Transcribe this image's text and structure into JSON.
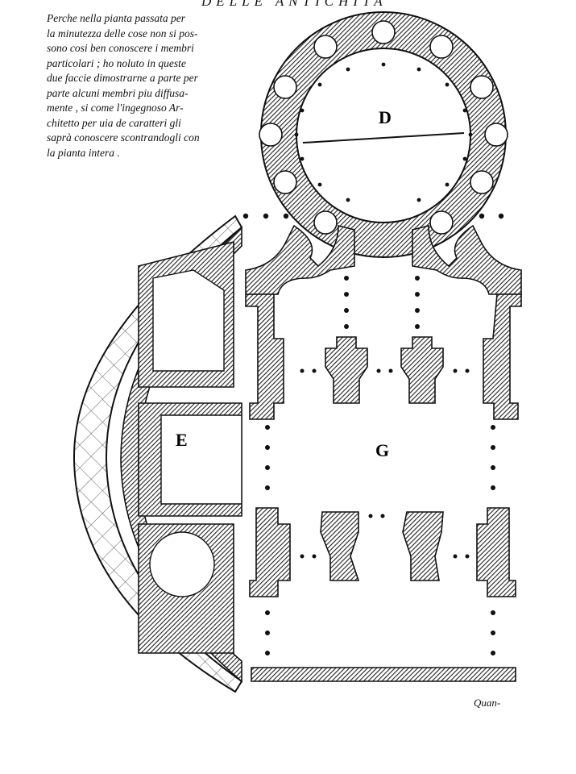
{
  "header": {
    "running_title": "DELLE ANTICHITA"
  },
  "caption": {
    "lines": [
      "Perche nella pianta passata per",
      "la minutezza delle cose non si pos-",
      "sono cosi ben conoscere i membri",
      "particolari ; ho noluto in queste",
      "due faccie dimostrarne a parte per",
      "parte alcuni membri piu diffusa-",
      "mente , si come l'ingegnoso Ar-",
      "chitetto per uia de caratteri gli",
      "saprà conoscere scontrandogli con",
      "la pianta intera ."
    ]
  },
  "plan": {
    "labels": {
      "rotunda": "D",
      "exedra": "E",
      "hall": "G"
    }
  },
  "footer": {
    "catchword": "Quan-"
  }
}
